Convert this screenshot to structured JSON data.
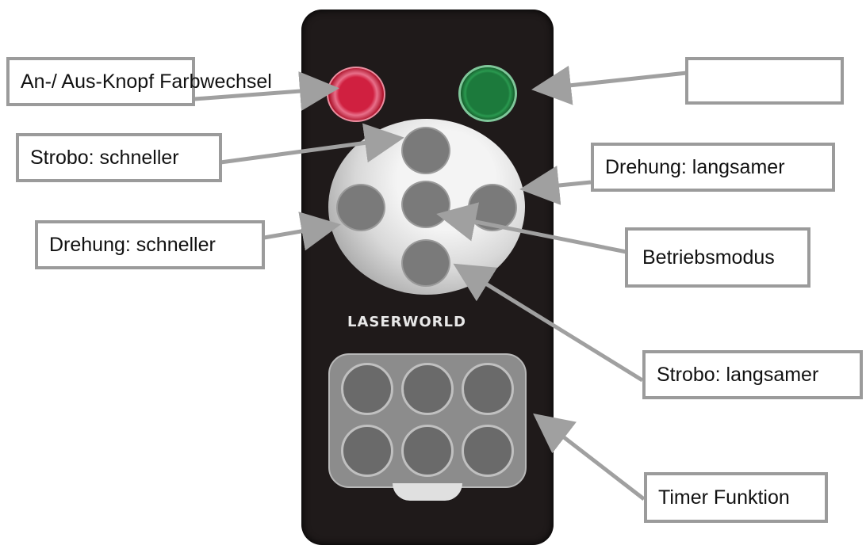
{
  "diagram": {
    "subject": "Laser remote control",
    "brand_text": "LASERWORLD",
    "labels": {
      "power_color": "An-/ Aus-Knopf Farbwechsel",
      "empty_box": "",
      "strobe_faster": "Strobo: schneller",
      "rotation_slower": "Drehung: langsamer",
      "rotation_faster": "Drehung: schneller",
      "operating_mode": "Betriebsmodus",
      "strobe_slower": "Strobo: langsamer",
      "timer_function": "Timer Funktion"
    },
    "colors": {
      "remote_body": "#1f1a1a",
      "power_button": "#d02040",
      "color_button": "#1c7a3c",
      "label_border": "#9b9b9b",
      "arrow": "#a0a0a0"
    },
    "timer_buttons": 6,
    "dial_buttons": 5
  }
}
